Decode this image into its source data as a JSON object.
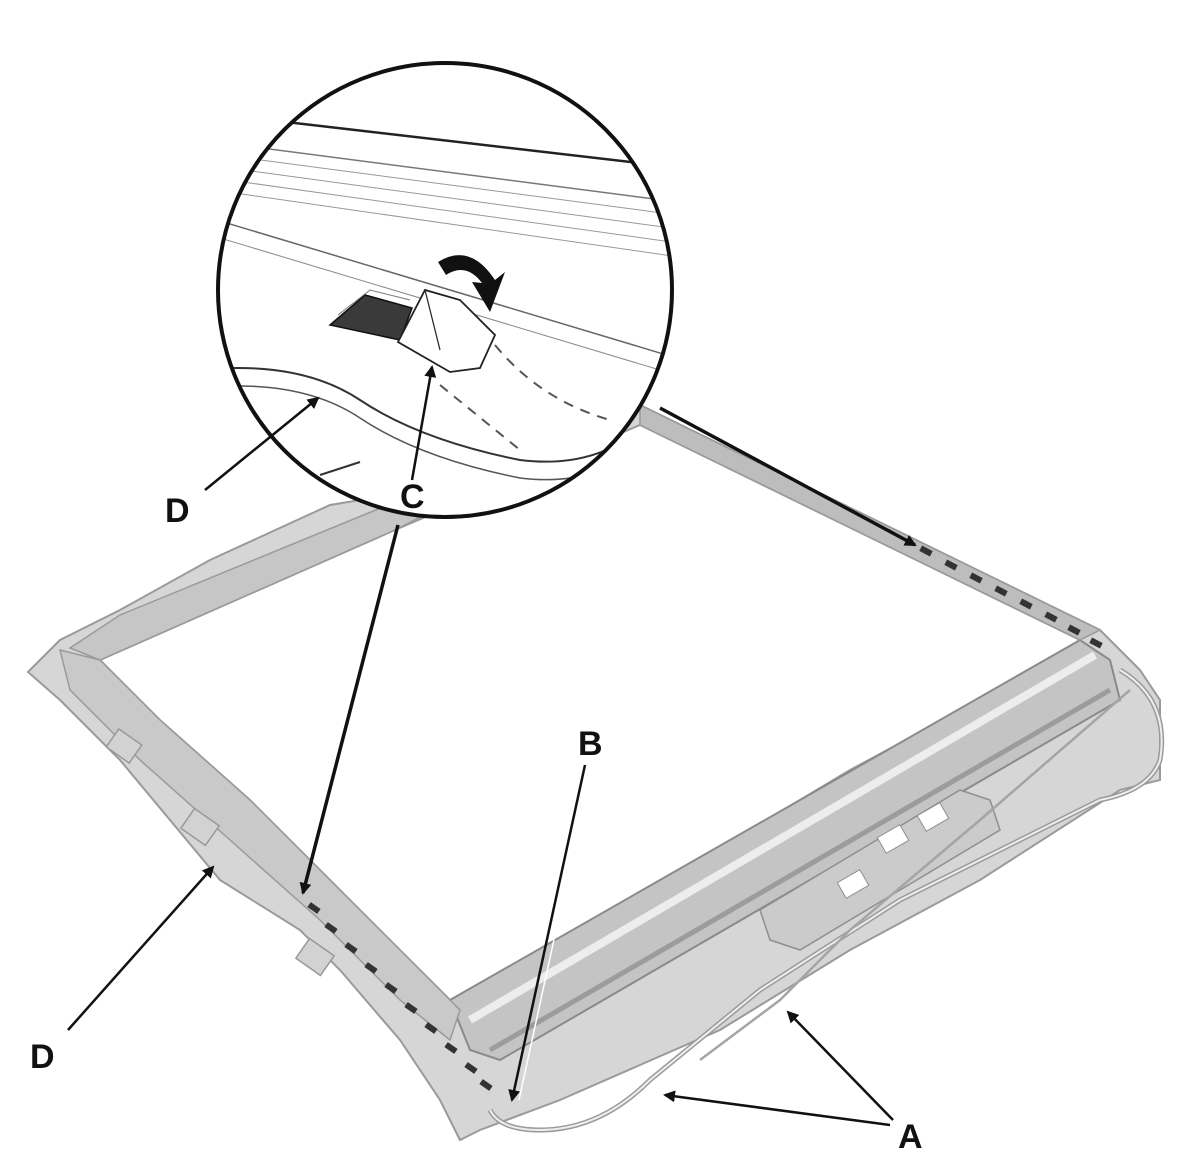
{
  "labels": {
    "a": "A",
    "b": "B",
    "c": "C",
    "d_upper": "D",
    "d_lower": "D"
  },
  "colors": {
    "frame_fill": "#cfcfcf",
    "frame_stroke": "#9a9a9a",
    "frame_dark": "#8a8a8a",
    "line": "#111111",
    "clip_dark": "#3a3a3a",
    "dash": "#555555"
  }
}
